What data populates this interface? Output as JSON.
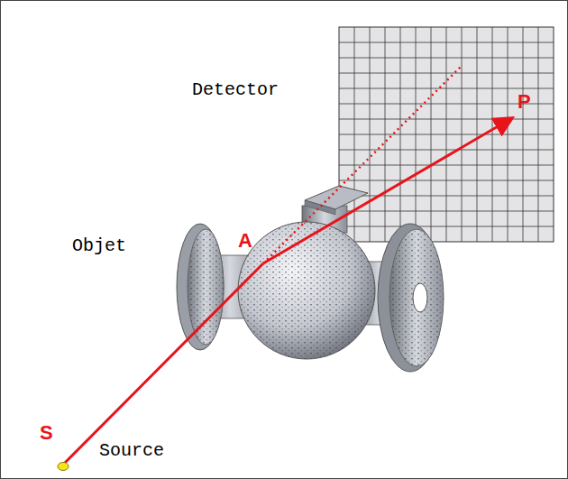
{
  "diagram": {
    "labels": [
      "Detector",
      "P",
      "Objet",
      "A",
      "S",
      "Source"
    ]
  }
}
